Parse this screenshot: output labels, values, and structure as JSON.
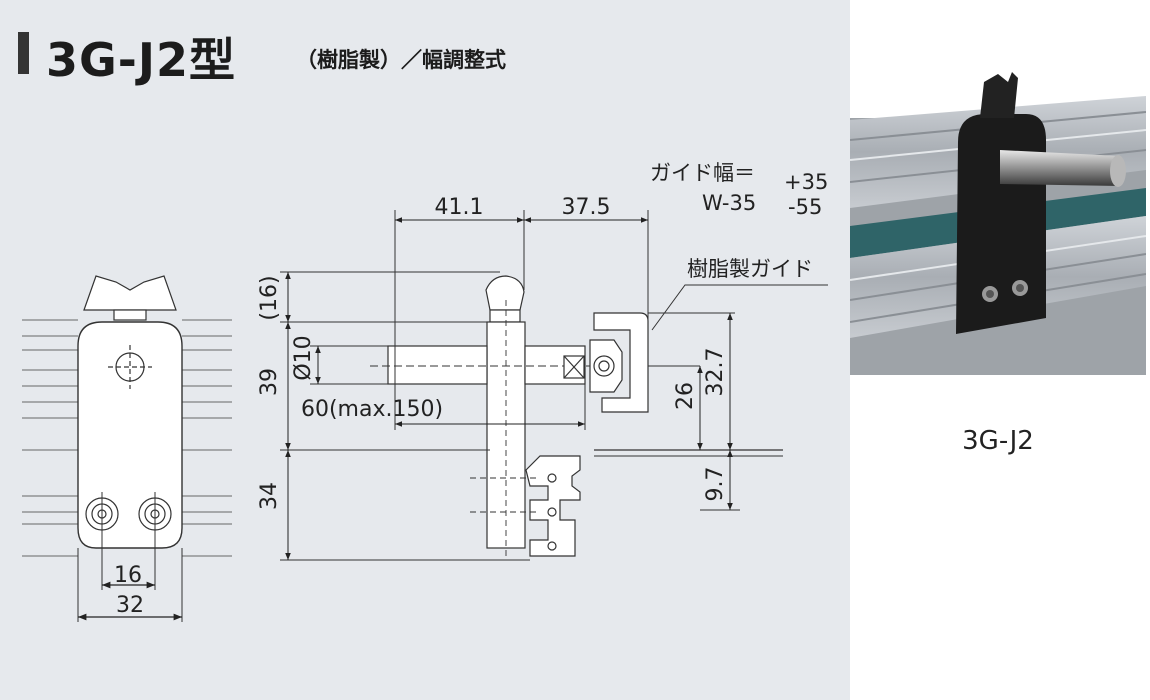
{
  "title": {
    "model": "3G-J2型",
    "subtitle": "（樹脂製）／幅調整式"
  },
  "drawing": {
    "guide_width_label": "ガイド幅＝",
    "guide_width_formula": "W-35",
    "guide_width_plus": "+35",
    "guide_width_minus": "-55",
    "resin_guide_label": "樹脂製ガイド",
    "dims": {
      "d41_1": "41.1",
      "d37_5": "37.5",
      "d16_paren": "(16)",
      "d39": "39",
      "d34": "34",
      "d_phi10": "Ø10",
      "d60": "60(max.150)",
      "d26": "26",
      "d32_7": "32.7",
      "d9_7": "9.7",
      "d16": "16",
      "d32": "32"
    }
  },
  "photo": {
    "caption": "3G-J2"
  }
}
